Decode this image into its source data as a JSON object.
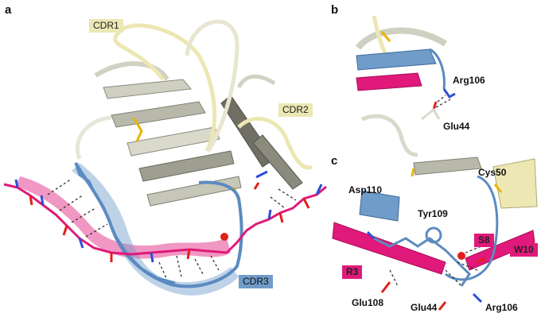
{
  "panels": {
    "a": "a",
    "b": "b",
    "c": "c"
  },
  "cdr_labels": {
    "cdr1": "CDR1",
    "cdr2": "CDR2",
    "cdr3": "CDR3"
  },
  "panel_b": {
    "res1": "Arg106",
    "res2": "Glu44"
  },
  "panel_c": {
    "cys": "Cys50",
    "asp": "Asp110",
    "tyr": "Tyr109",
    "s8": "S8",
    "w10": "W10",
    "r3": "R3",
    "glu108": "Glu108",
    "glu44": "Glu44",
    "arg106": "Arg106"
  },
  "colors": {
    "scaffold": "#dcdccf",
    "scaffold_dark": "#7d7d72",
    "cdr12": "#ece7b3",
    "cdr3": "#5b8bc0",
    "peptide": "#e0197a",
    "nitrogen": "#2d4fd6",
    "oxygen": "#e0201a",
    "sulfur": "#e8b400"
  }
}
